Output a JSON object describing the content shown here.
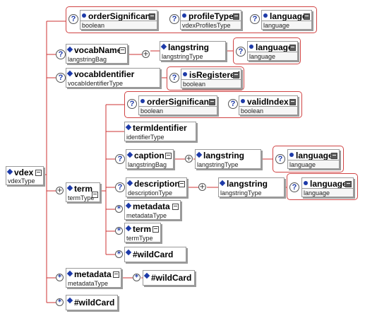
{
  "colors": {
    "wire": "#cc3333",
    "group_border": "#d04444",
    "bullet": "#1d3aa8"
  },
  "nodes": {
    "vdex": {
      "name": "vdex",
      "type": "vdexType"
    },
    "orderSignificant1": {
      "name": "orderSignificant",
      "type": "boolean"
    },
    "profileType": {
      "name": "profileType",
      "type": "vdexProfilesType"
    },
    "language1": {
      "name": "language",
      "type": "language"
    },
    "vocabName": {
      "name": "vocabName",
      "type": "langstringBag"
    },
    "langstring1": {
      "name": "langstring",
      "type": "langstringType"
    },
    "language2": {
      "name": "language",
      "type": "language"
    },
    "vocabIdentifier": {
      "name": "vocabIdentifier",
      "type": "vocabIdentifierType"
    },
    "isRegistered": {
      "name": "isRegistered",
      "type": "boolean"
    },
    "orderSignificant2": {
      "name": "orderSignificant",
      "type": "boolean"
    },
    "validIndex": {
      "name": "validIndex",
      "type": "boolean"
    },
    "term": {
      "name": "term",
      "type": "termType"
    },
    "termIdentifier": {
      "name": "termIdentifier",
      "type": "identifierType"
    },
    "caption": {
      "name": "caption",
      "type": "langstringBag"
    },
    "langstring2": {
      "name": "langstring",
      "type": "langstringType"
    },
    "language3": {
      "name": "language",
      "type": "language"
    },
    "description": {
      "name": "description",
      "type": "descriptionType"
    },
    "langstring3": {
      "name": "langstring",
      "type": "langstringType"
    },
    "language4": {
      "name": "language",
      "type": "language"
    },
    "metadata1": {
      "name": "metadata",
      "type": "metadataType"
    },
    "term2": {
      "name": "term",
      "type": "termType"
    },
    "wildcard1": {
      "name": "#wildCard",
      "type": ""
    },
    "metadata2": {
      "name": "metadata",
      "type": "metadataType"
    },
    "wildcard2": {
      "name": "#wildCard",
      "type": ""
    },
    "wildcard3": {
      "name": "#wildCard",
      "type": ""
    }
  },
  "symbols": {
    "optional": "?",
    "one_or_more": "+",
    "zero_or_more": "*",
    "sequence": "⋯"
  }
}
